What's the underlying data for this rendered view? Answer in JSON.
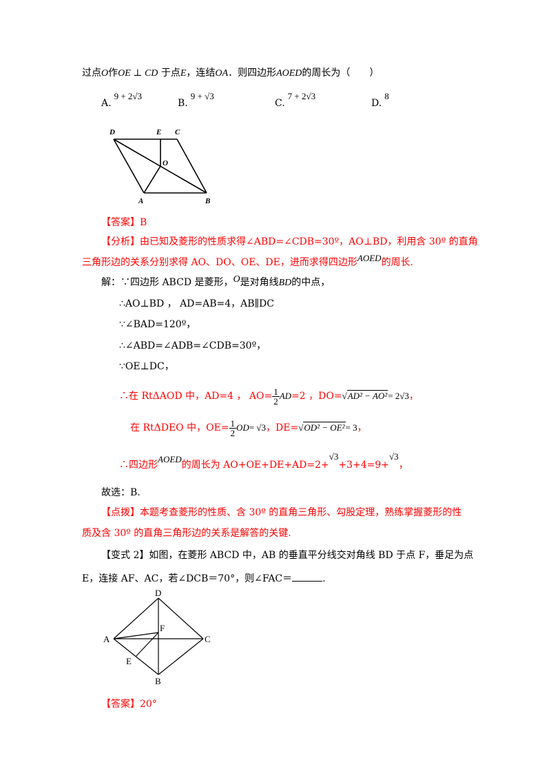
{
  "question": {
    "text_1": "过点",
    "O": "O",
    "text_2": "作",
    "perp": "OE ⊥ CD",
    "text_3": "于点",
    "E": "E",
    "text_4": "，连结",
    "OA": "OA",
    "text_5": "．则四边形",
    "AOED": "AOED",
    "text_6": "的周长为（　　）"
  },
  "options": [
    {
      "label": "A.",
      "value": "9 + 2√3"
    },
    {
      "label": "B.",
      "value": "9 + √3"
    },
    {
      "label": "C.",
      "value": "7 + 2√3"
    },
    {
      "label": "D.",
      "value": "8"
    }
  ],
  "figure1": {
    "labels": [
      "D",
      "E",
      "C",
      "O",
      "A",
      "B"
    ]
  },
  "answer1": {
    "tag": "【答案】",
    "value": "B"
  },
  "analysis": {
    "tag": "【分析】",
    "line1": "由已知及菱形的性质求得∠ABD=∠CDB=30º，AO⊥BD，利用含 30º 的直角",
    "line2": "三角形边的关系分别求得 AO、DO、OE、DE，进而求得四边形",
    "AOED": "AOED",
    "line2_end": "的周长."
  },
  "solution": {
    "s1a": "解：∵四边形 ABCD 是菱形，",
    "s1_O": "O",
    "s1b": "是对角线",
    "s1_BD": "BD",
    "s1c": "的中点，",
    "s2": "∴AO⊥BD ， AD=AB=4，AB∥DC",
    "s3": "∵∠BAD=120º，",
    "s4": "∴∠ABD=∠ADB=∠CDB=30º，",
    "s5": "∵OE⊥DC，",
    "s6a": "∴在 RtΔAOD 中，AD=4 ， AO=",
    "s6_num": "1",
    "s6_den": "2",
    "s6_AD": "AD",
    "s6b": "=2 ，DO=",
    "s6_rad": "AD² − AO²",
    "s6c": "= 2√3",
    "s6d": "，",
    "s7a": "在 RtΔDEO 中，OE=",
    "s7_num": "1",
    "s7_den": "2",
    "s7_OD": "OD",
    "s7b": "= √3",
    "s7c": "，DE=",
    "s7_rad": "OD² − OE²",
    "s7d": "= 3",
    "s7e": "，",
    "s8a": "∴四边形",
    "s8_AOED": "AOED",
    "s8b": "的周长为 AO+OE+DE+AD=2+",
    "s8_sqrt1": "√3",
    "s8c": "+3+4=9+",
    "s8_sqrt2": "√3",
    "s8d": "，"
  },
  "conclusion": "故选：B.",
  "tips": {
    "tag": "【点拨】",
    "line1": "本题考查菱形的性质、含 30º 的直角三角形、勾股定理，熟练掌握菱形的性",
    "line2": "质及含 30º 的直角三角形边的关系是解答的关键."
  },
  "variant": {
    "tag": "【变式 2】",
    "line1": "如图，在菱形 ABCD 中，AB 的垂直平分线交对角线 BD 于点 F，垂足为点",
    "line2": "E，连接 AF、AC，若∠DCB＝70°，则∠FAC＝",
    "line2_end": "."
  },
  "figure2": {
    "labels": [
      "D",
      "F",
      "A",
      "C",
      "E",
      "B"
    ]
  },
  "answer2": {
    "tag": "【答案】",
    "value": "20°"
  }
}
